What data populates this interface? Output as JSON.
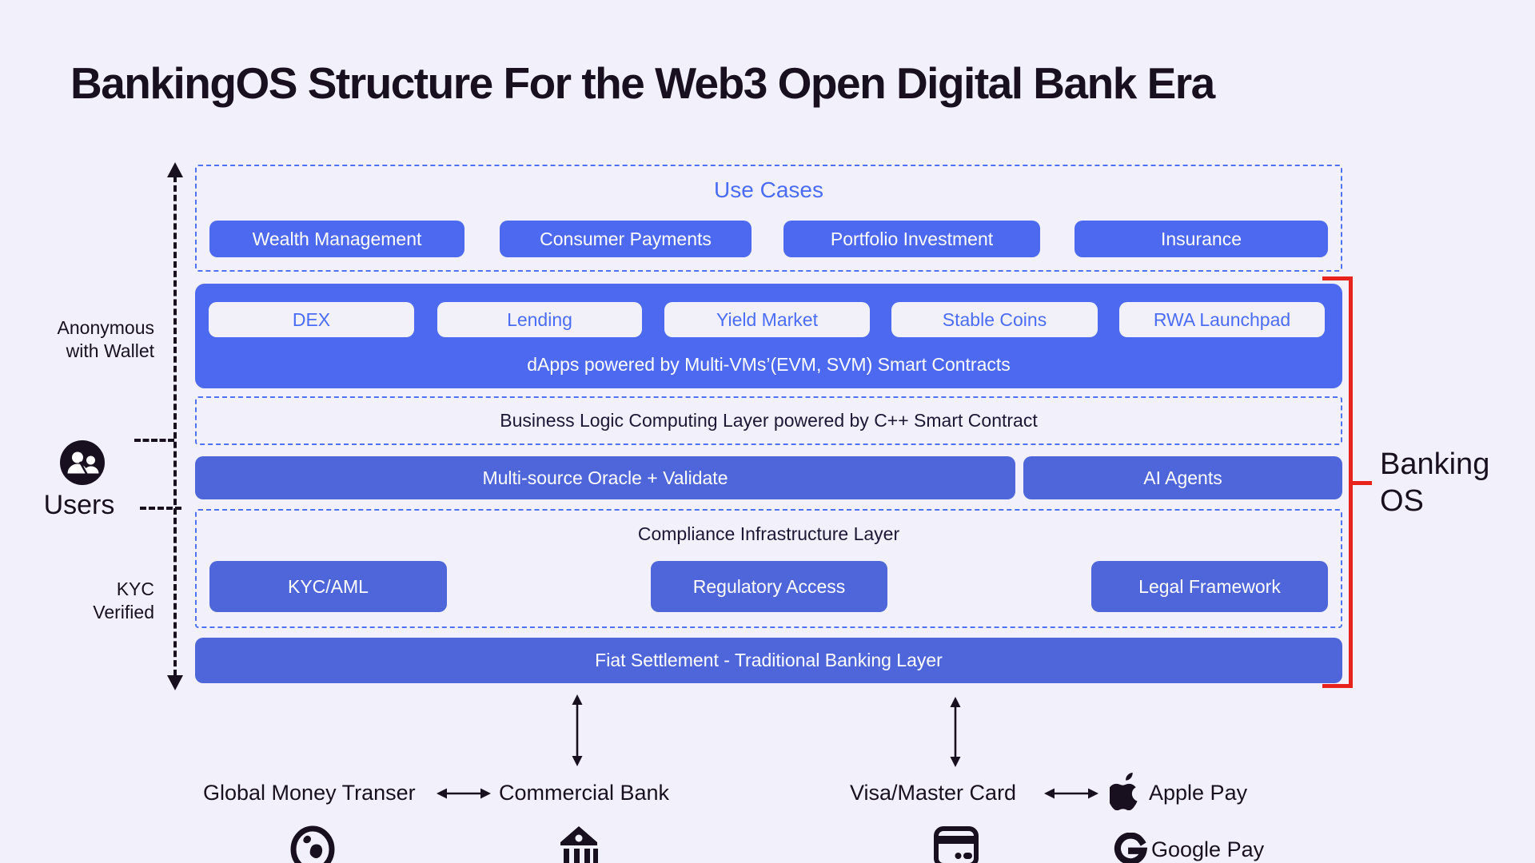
{
  "title": "BankingOS Structure For the Web3 Open Digital Bank Era",
  "use_cases": {
    "label": "Use Cases",
    "buttons": [
      "Wealth Management",
      "Consumer Payments",
      "Portfolio Investment",
      "Insurance"
    ]
  },
  "dapps": {
    "buttons": [
      "DEX",
      "Lending",
      "Yield Market",
      "Stable Coins",
      "RWA Launchpad"
    ],
    "caption": "dApps powered by Multi-VMs’(EVM, SVM) Smart Contracts"
  },
  "business_logic": {
    "label": "Business Logic Computing Layer powered by C++ Smart Contract"
  },
  "oracle_row": {
    "oracle_label": "Multi-source Oracle + Validate",
    "ai_label": "AI Agents"
  },
  "compliance": {
    "label": "Compliance Infrastructure Layer",
    "buttons": [
      "KYC/AML",
      "Regulatory Access",
      "Legal Framework"
    ]
  },
  "fiat": {
    "label": "Fiat Settlement - Traditional Banking Layer"
  },
  "left_rail": {
    "anonymous_line1": "Anonymous",
    "anonymous_line2": "with Wallet",
    "users_label": "Users",
    "kyc_line1": "KYC",
    "kyc_line2": "Verified"
  },
  "right_rail": {
    "line1": "Banking",
    "line2": "OS"
  },
  "bottom": {
    "global_money": "Global Money Transer",
    "commercial_bank": "Commercial Bank",
    "visa_master": "Visa/Master Card",
    "apple_pay": "Apple Pay",
    "google_pay": "Google Pay"
  },
  "icons": {
    "users": "users-icon",
    "globe": "globe-icon",
    "bank": "bank-icon",
    "card": "credit-card-icon",
    "apple": "apple-logo-icon",
    "google": "google-logo-icon"
  },
  "colors": {
    "background": "#f2f1fb",
    "primary_blue": "#4c69f0",
    "deep_blue": "#4e66da",
    "light_button": "#f2f1fa",
    "blue_text": "#4a6cf7",
    "dark_text": "#18101f",
    "layer_text": "#1d1635",
    "red": "#e8231c"
  }
}
